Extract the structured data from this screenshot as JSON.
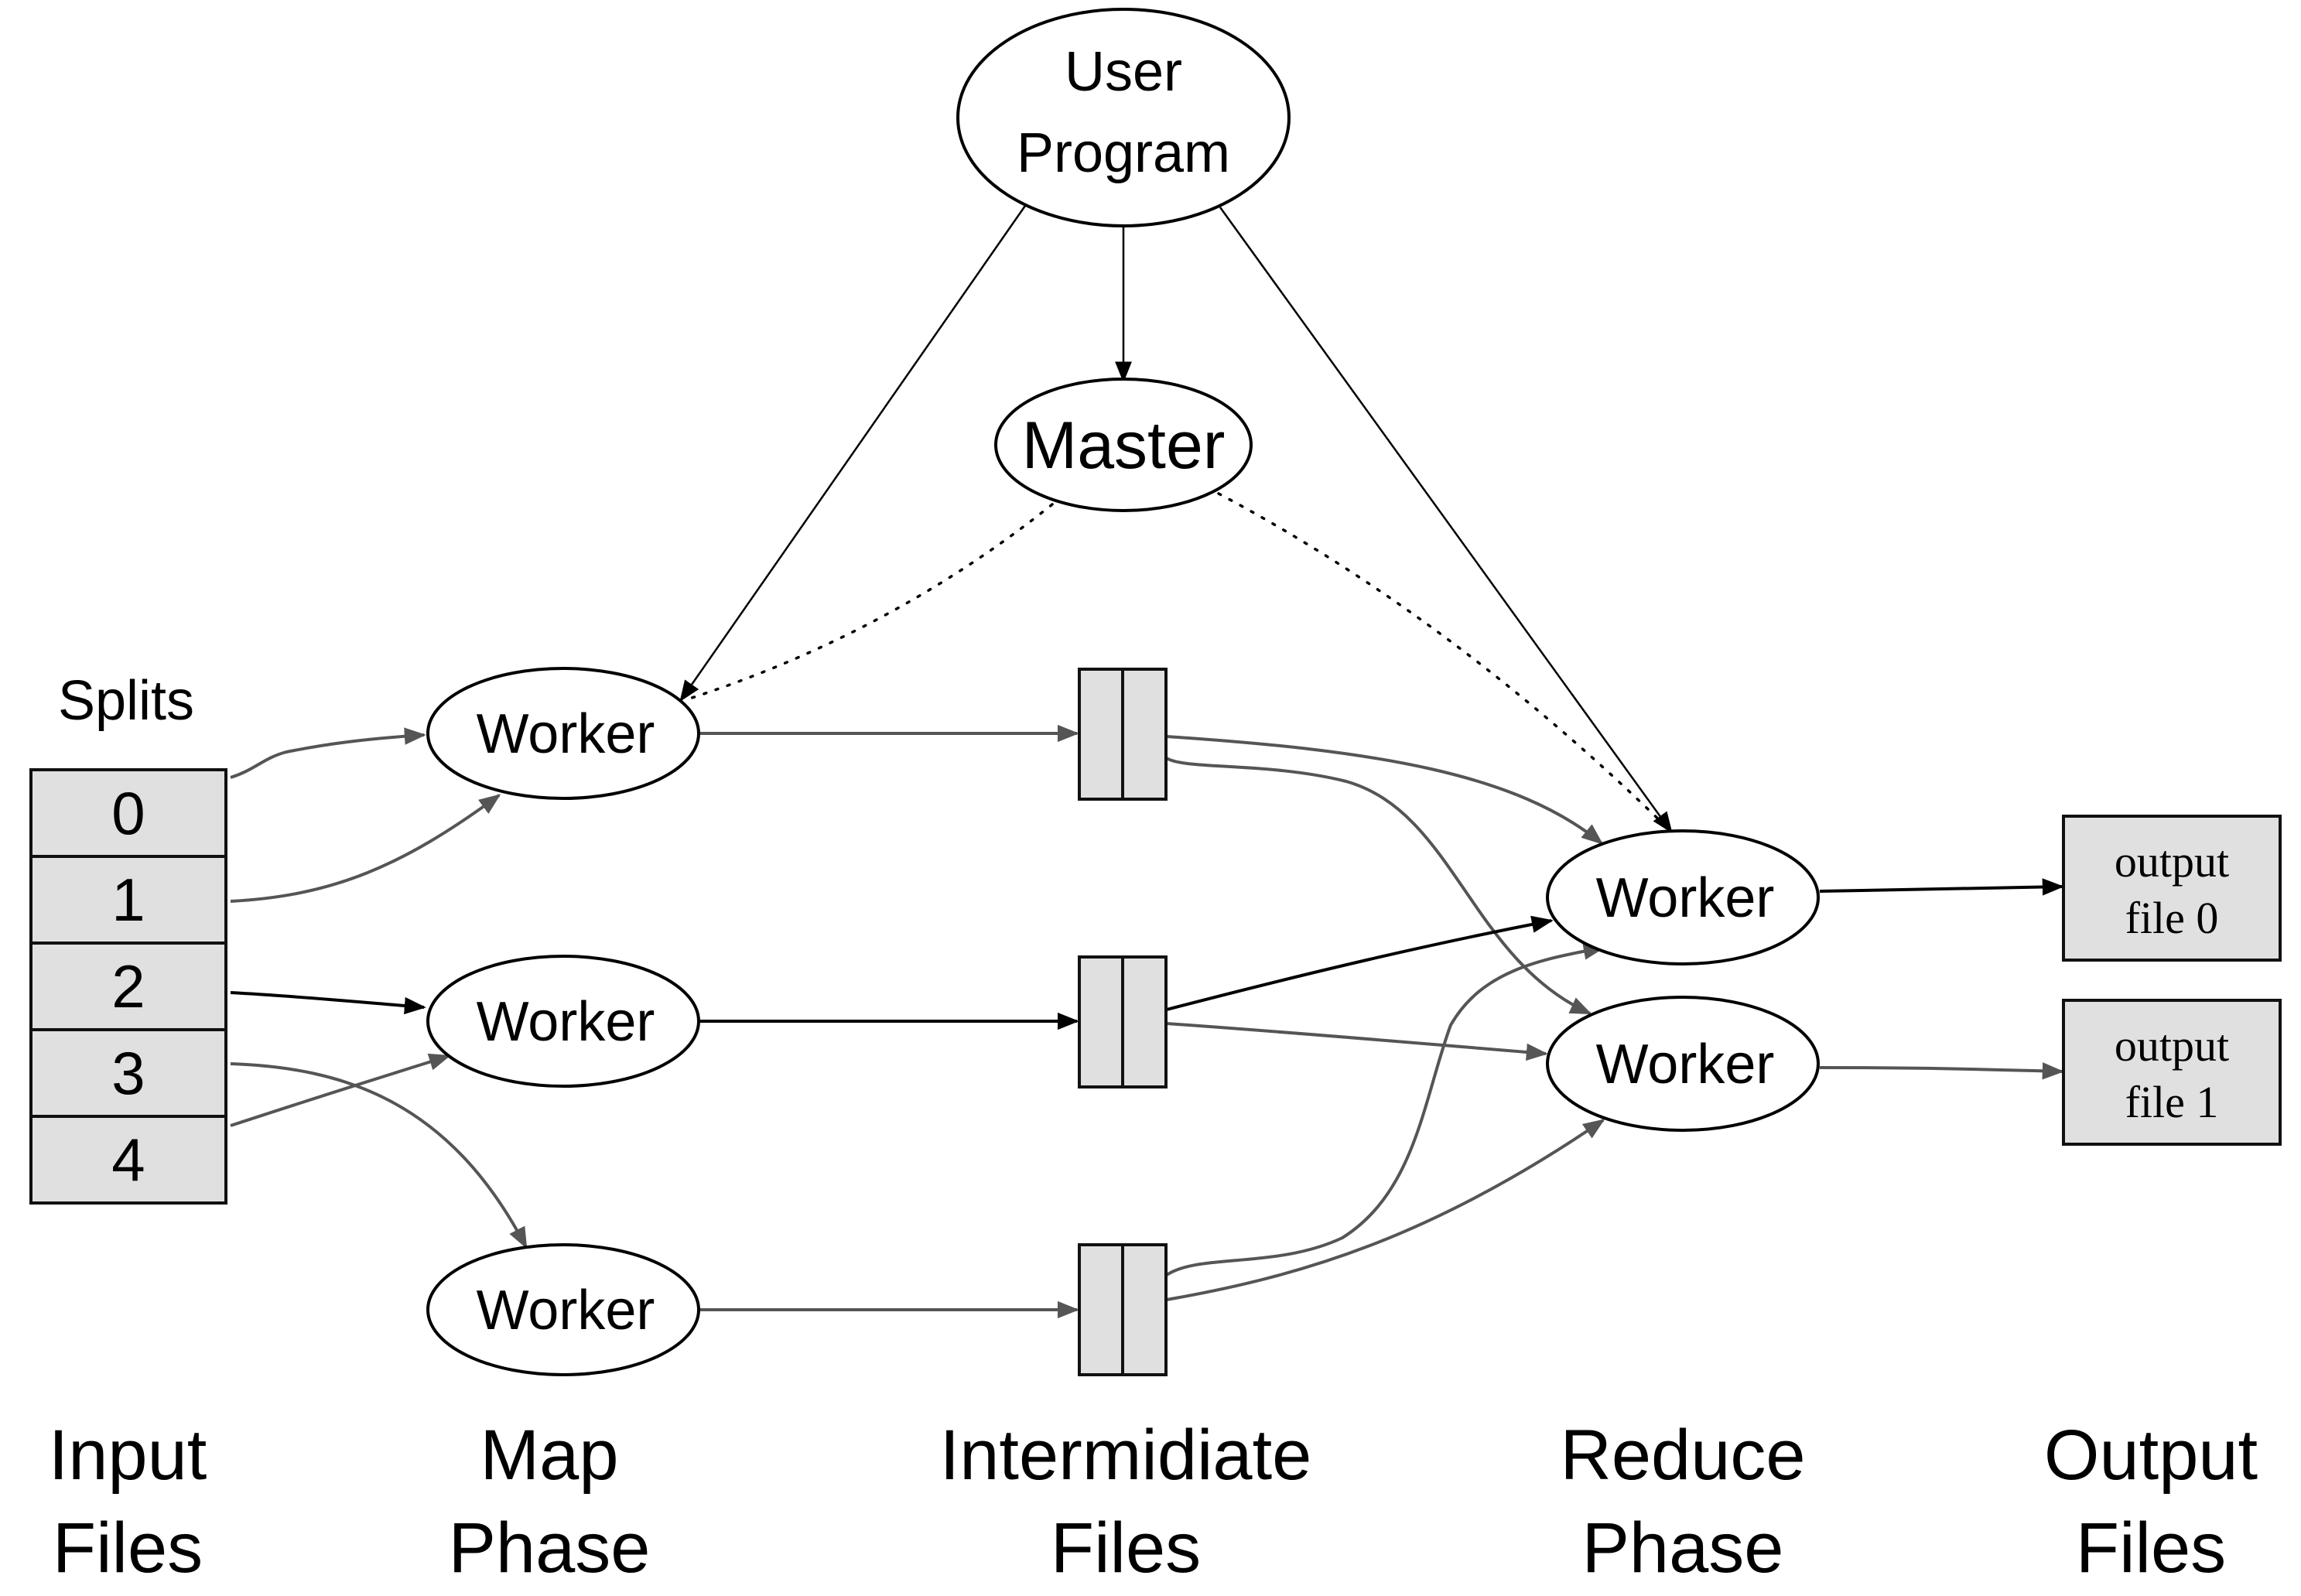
{
  "user_program": {
    "line1": "User",
    "line2": "Program"
  },
  "master": {
    "label": "Master"
  },
  "splits": {
    "title": "Splits",
    "items": [
      "0",
      "1",
      "2",
      "3",
      "4"
    ]
  },
  "map_workers": [
    "Worker",
    "Worker",
    "Worker"
  ],
  "reduce_workers": [
    "Worker",
    "Worker"
  ],
  "output_files": [
    {
      "line1": "output",
      "line2": "file 0"
    },
    {
      "line1": "output",
      "line2": "file 1"
    }
  ],
  "phases": [
    {
      "line1": "Input",
      "line2": "Files"
    },
    {
      "line1": "Map",
      "line2": "Phase"
    },
    {
      "line1": "Intermidiate",
      "line2": "Files"
    },
    {
      "line1": "Reduce",
      "line2": "Phase"
    },
    {
      "line1": "Output",
      "line2": "Files"
    }
  ],
  "colors": {
    "box_fill": "#e0e0e0",
    "gray_edge": "#555555",
    "black_edge": "#000000"
  }
}
